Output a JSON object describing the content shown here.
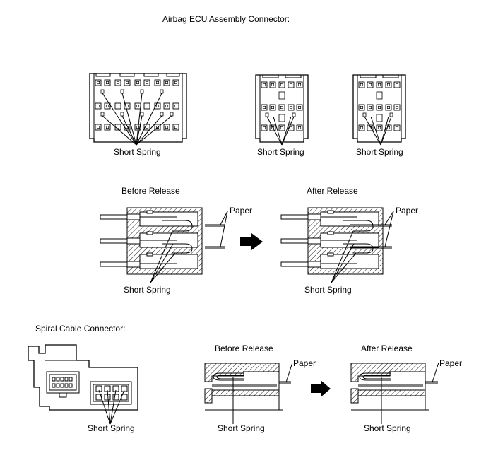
{
  "titles": {
    "airbag": "Airbag ECU Assembly Connector:",
    "spiral": "Spiral Cable Connector:"
  },
  "labels": {
    "short_spring": "Short Spring",
    "paper": "Paper",
    "before_release": "Before Release",
    "after_release": "After Release"
  },
  "colors": {
    "line": "#000000",
    "background": "#ffffff"
  },
  "icons": {
    "arrow": "right-arrow-icon"
  }
}
